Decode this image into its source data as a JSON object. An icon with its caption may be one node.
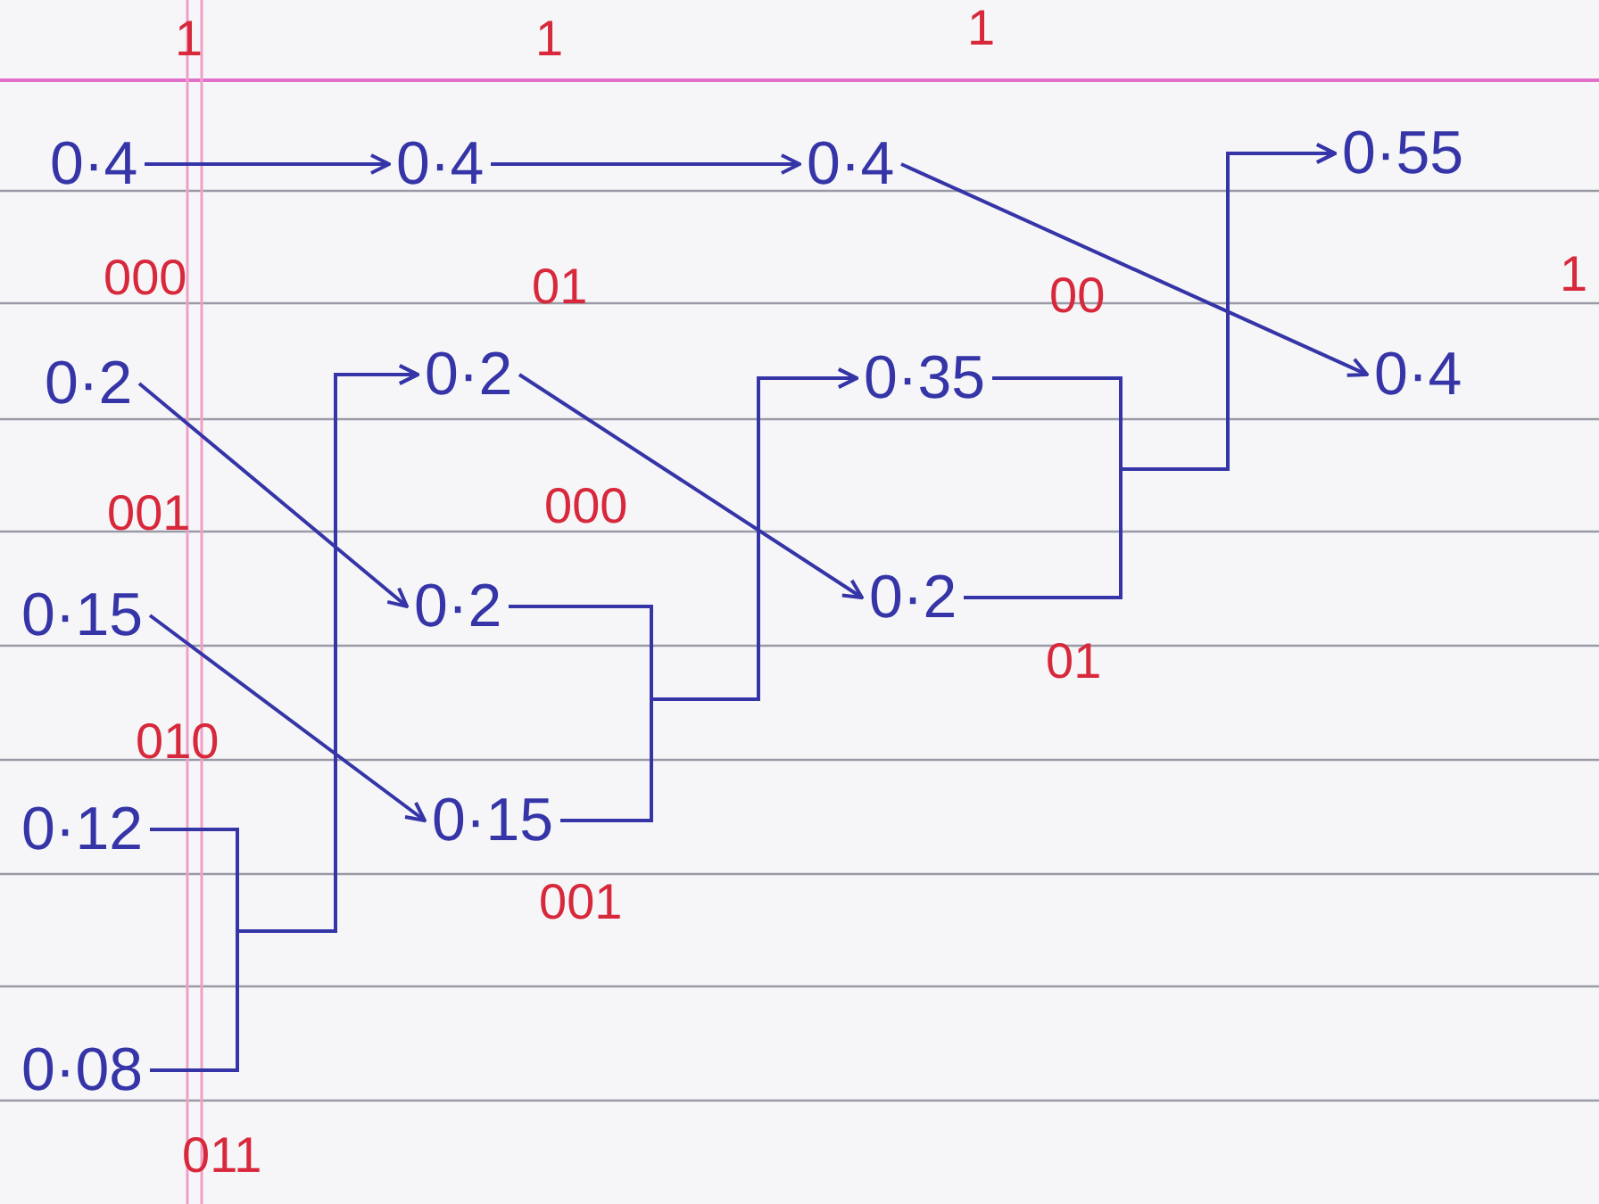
{
  "diagram": {
    "nodes": [
      {
        "text": [
          "0·4"
        ],
        "beside": [
          "1"
        ]
      },
      {
        "text": [
          "0·2"
        ],
        "beside": [
          "000"
        ]
      },
      {
        "text": [
          "0·15"
        ],
        "beside": [
          "001"
        ]
      },
      {
        "text": [
          "0·12"
        ],
        "beside": [
          "010"
        ]
      },
      {
        "text": [
          "0·08"
        ],
        "beside": [
          "011"
        ]
      },
      {
        "text": [
          "0·4"
        ],
        "beside": [
          "1"
        ]
      },
      {
        "text": [
          "0·2"
        ],
        "beside": [
          "01"
        ]
      },
      {
        "text": [
          "0·2"
        ],
        "beside": [
          "000"
        ]
      },
      {
        "text": [
          "0·15"
        ],
        "beside": [
          "001"
        ]
      },
      {
        "text": [
          "0·4"
        ],
        "beside": [
          "1"
        ]
      },
      {
        "text": [
          "0·35"
        ],
        "beside": [
          "00"
        ]
      },
      {
        "text": [
          "0·2"
        ],
        "beside": [
          "01"
        ]
      },
      {
        "text": [
          "0·55"
        ]
      },
      {
        "text": [
          "0·4"
        ],
        "beside": [
          "1"
        ]
      }
    ],
    "edges": [
      {
        "from": 0,
        "to": 5,
        "arrow": "to"
      },
      {
        "from": 5,
        "to": 9,
        "arrow": "to"
      },
      {
        "from": 9,
        "to": 13,
        "arrow": "to"
      },
      {
        "from": 1,
        "to": 7,
        "arrow": "to"
      },
      {
        "from": 2,
        "to": 8,
        "arrow": "to"
      },
      {
        "from": 3,
        "to": 6,
        "arrow": "to"
      },
      {
        "from": 4,
        "to": 6,
        "arrow": "to"
      },
      {
        "from": 6,
        "to": 11,
        "arrow": "to"
      },
      {
        "from": 7,
        "to": 10,
        "arrow": "to"
      },
      {
        "from": 8,
        "to": 10,
        "arrow": "to"
      },
      {
        "from": 10,
        "to": 12,
        "arrow": "to"
      },
      {
        "from": 11,
        "to": 12,
        "arrow": "to"
      }
    ]
  }
}
